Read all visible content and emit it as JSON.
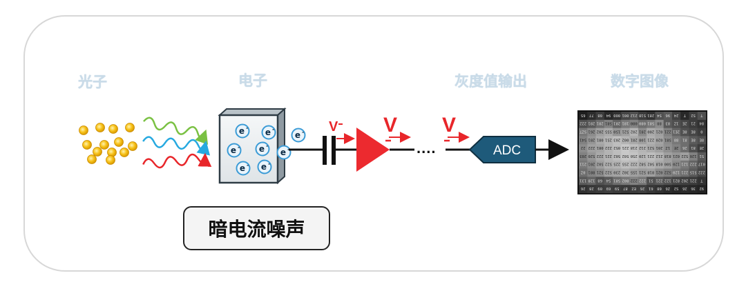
{
  "labels": {
    "photon": "光子",
    "electron": "电子",
    "gray_output": "灰度值输出",
    "digital_image": "数字图像"
  },
  "electron_symbol": "e",
  "voltage_labels": {
    "small": "V",
    "large": "V"
  },
  "dots": "....",
  "adc_label": "ADC",
  "noise_label": "暗电流噪声",
  "pixel_grid": {
    "rows": [
      [
        "65",
        "77",
        "08",
        "94",
        "000",
        "001",
        "212",
        "518",
        "281",
        "54",
        "96",
        "24",
        "T",
        "52",
        "T"
      ],
      [
        "222",
        "281",
        "281",
        "581",
        "281",
        "181",
        "080",
        "080",
        "581",
        "88",
        "83",
        "1Z",
        "2E",
        "21",
        "84"
      ],
      [
        "SZT",
        "261",
        "202",
        "555",
        "150",
        "521",
        "202",
        "281",
        "200",
        "021",
        "221",
        "2E1",
        "8E",
        "8E",
        "0"
      ],
      [
        "541",
        "281",
        "081",
        "251",
        "203",
        "002",
        "281",
        "108",
        "221",
        "020",
        "581",
        "88",
        "81",
        "8E",
        "8E"
      ],
      [
        "22",
        "222",
        "081",
        "222",
        "052",
        "221",
        "218",
        "212",
        "521",
        "201",
        "1Z",
        "2E",
        "26",
        "81",
        "2E"
      ],
      [
        "203",
        "520",
        "222",
        "221",
        "502",
        "502",
        "250",
        "120",
        "221",
        "212",
        "818",
        "021",
        "522",
        "120",
        "51"
      ],
      [
        "211",
        "201",
        "502",
        "522",
        "225",
        "255",
        "222",
        "582",
        "502",
        "018",
        "500",
        "120",
        "121",
        "222",
        "017"
      ],
      [
        "0Z",
        "881",
        "521",
        "522",
        "230",
        "302",
        "155",
        "521",
        "818",
        "021",
        "522",
        "120",
        "221",
        "515",
        "222"
      ],
      [
        "131",
        "128",
        "68",
        "54",
        "581",
        "802",
        "222",
        "222",
        "51",
        "221",
        "122",
        "821",
        "202",
        "221",
        "T"
      ],
      [
        "26",
        "28",
        "09",
        "69",
        "59",
        "87",
        "EZ",
        "26",
        "61",
        "08",
        "Z6",
        "S2",
        "26",
        "36",
        "92"
      ]
    ],
    "shades": [
      [
        0.05,
        0.12,
        0.2,
        0.1,
        0.15,
        0.25,
        0.3,
        0.2,
        0.15,
        0.3,
        0.35,
        0.22,
        0.1,
        0.2,
        0.3
      ],
      [
        0.3,
        0.35,
        0.45,
        0.55,
        0.4,
        0.5,
        0.55,
        0.45,
        0.5,
        0.6,
        0.35,
        0.3,
        0.25,
        0.2,
        0.15
      ],
      [
        0.5,
        0.6,
        0.7,
        0.75,
        0.65,
        0.7,
        0.8,
        0.6,
        0.75,
        0.7,
        0.55,
        0.4,
        0.3,
        0.25,
        0.2
      ],
      [
        0.55,
        0.65,
        0.75,
        0.8,
        0.85,
        0.8,
        0.75,
        0.7,
        0.78,
        0.72,
        0.6,
        0.5,
        0.45,
        0.35,
        0.3
      ],
      [
        0.6,
        0.7,
        0.72,
        0.8,
        0.85,
        0.9,
        0.85,
        0.8,
        0.75,
        0.7,
        0.62,
        0.55,
        0.45,
        0.3,
        0.2
      ],
      [
        0.55,
        0.65,
        0.75,
        0.8,
        0.85,
        0.9,
        0.88,
        0.82,
        0.85,
        0.8,
        0.7,
        0.65,
        0.7,
        0.55,
        0.35
      ],
      [
        0.5,
        0.6,
        0.7,
        0.78,
        0.8,
        0.85,
        0.82,
        0.78,
        0.8,
        0.75,
        0.7,
        0.6,
        0.5,
        0.4,
        0.3
      ],
      [
        0.45,
        0.55,
        0.6,
        0.7,
        0.72,
        0.75,
        0.7,
        0.68,
        0.7,
        0.6,
        0.55,
        0.5,
        0.45,
        0.35,
        0.25
      ],
      [
        0.35,
        0.4,
        0.3,
        0.35,
        0.45,
        0.5,
        0.55,
        0.5,
        0.3,
        0.35,
        0.3,
        0.25,
        0.22,
        0.2,
        0.15
      ],
      [
        0.15,
        0.18,
        0.2,
        0.22,
        0.2,
        0.18,
        0.2,
        0.22,
        0.18,
        0.15,
        0.12,
        0.1,
        0.12,
        0.1,
        0.08
      ]
    ]
  },
  "colors": {
    "photon_gold": "#f2b705",
    "wave_green": "#7ac143",
    "wave_blue": "#26a9e0",
    "wave_red": "#e8262a",
    "amplifier_red": "#e8262a",
    "adc_fill": "#1e5a7a",
    "electron_blue": "#3a9bd6",
    "label_gray_blue": "#c9dbe8"
  }
}
